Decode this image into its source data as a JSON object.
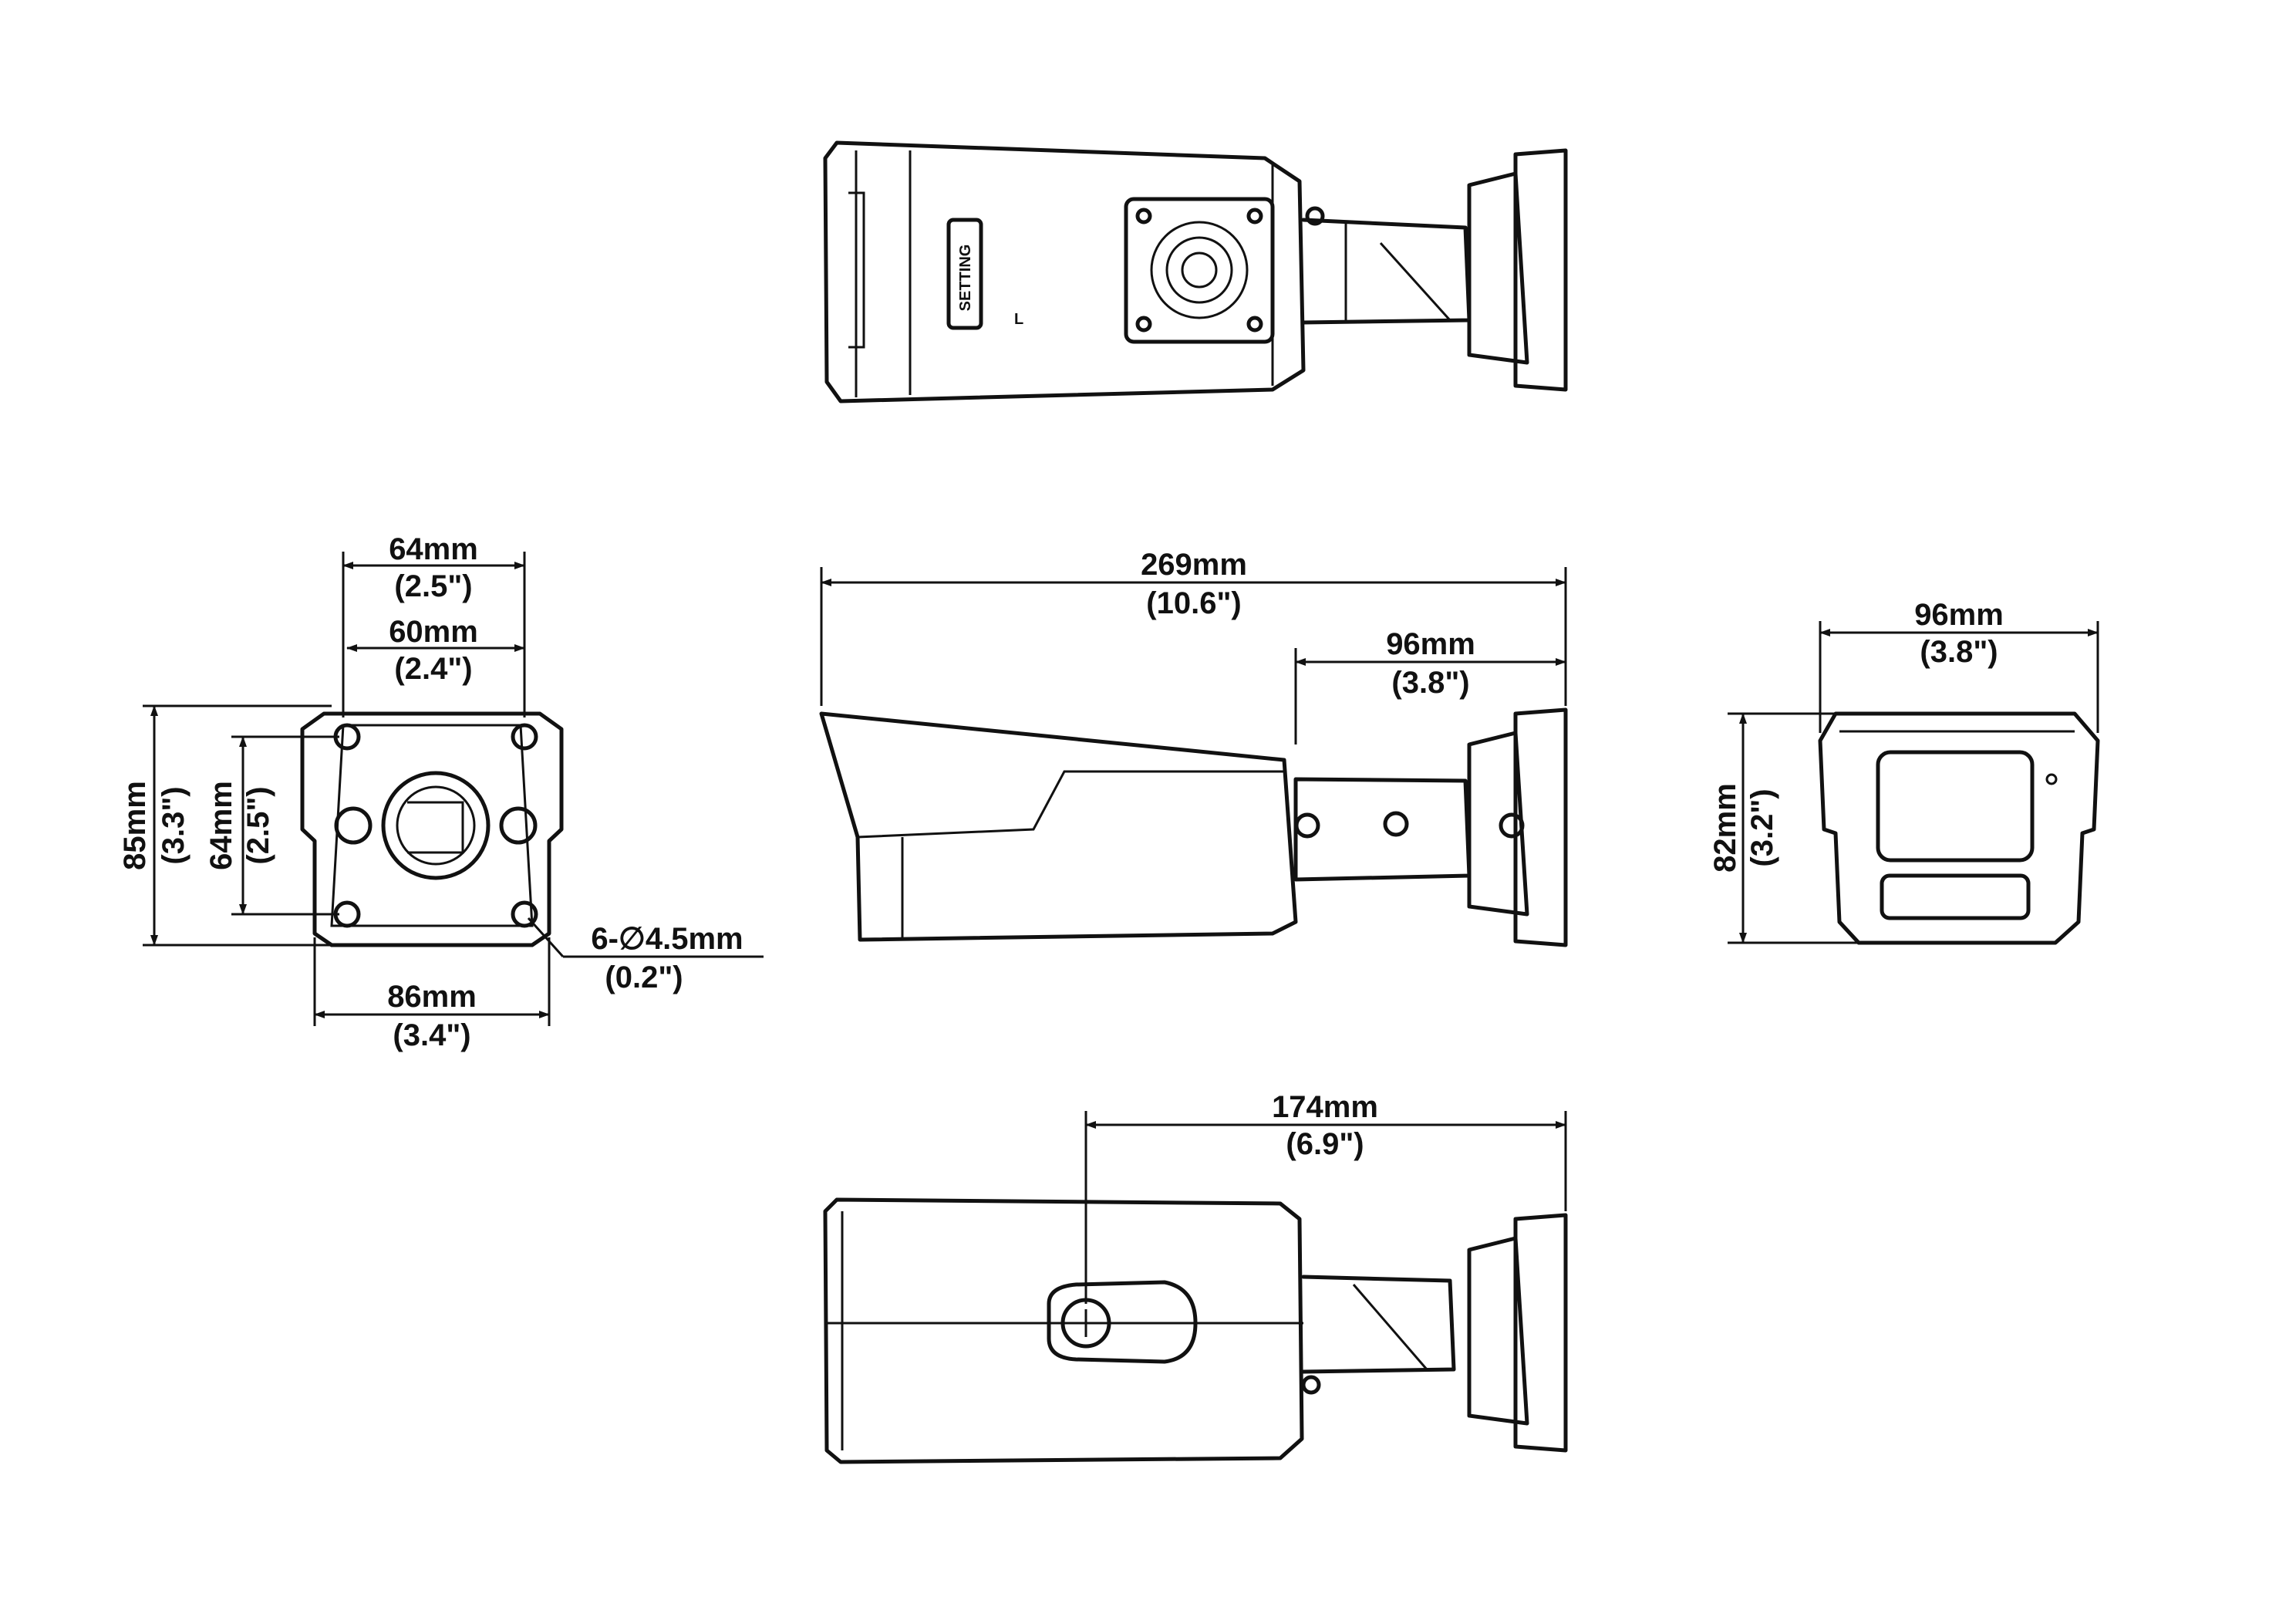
{
  "dimensions": {
    "total_length": {
      "mm": "269mm",
      "inch": "(10.6\")"
    },
    "mount_depth_side": {
      "mm": "96mm",
      "inch": "(3.8\")"
    },
    "base_outer_width": {
      "mm": "64mm",
      "inch": "(2.5\")"
    },
    "base_hole_width": {
      "mm": "60mm",
      "inch": "(2.4\")"
    },
    "base_height": {
      "mm": "85mm",
      "inch": "(3.3\")"
    },
    "base_hole_height": {
      "mm": "64mm",
      "inch": "(2.5\")"
    },
    "base_width": {
      "mm": "86mm",
      "inch": "(3.4\")"
    },
    "mount_hole": {
      "mm": "6-∅4.5mm",
      "inch": "(0.2\")"
    },
    "front_width": {
      "mm": "96mm",
      "inch": "(3.8\")"
    },
    "front_height": {
      "mm": "82mm",
      "inch": "(3.2\")"
    },
    "bottom_length": {
      "mm": "174mm",
      "inch": "(6.9\")"
    }
  },
  "labels": {
    "setting": "SETTING",
    "l_mark": "L"
  },
  "colors": {
    "line": "#111111",
    "background": "#ffffff"
  }
}
